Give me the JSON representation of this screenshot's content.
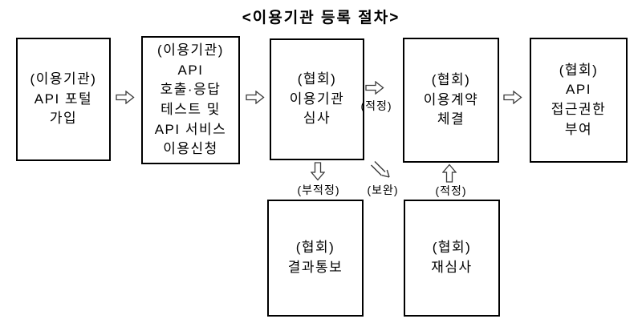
{
  "diagram": {
    "title": "<이용기관 등록 절차>",
    "boxes": [
      {
        "name": "portal-signup",
        "lines": [
          "(이용기관)",
          "API 포털",
          "가입"
        ]
      },
      {
        "name": "api-test-apply",
        "lines": [
          "(이용기관)",
          "API",
          "호출·응답",
          "테스트 및",
          "API 서비스",
          "이용신청"
        ]
      },
      {
        "name": "institution-review",
        "lines": [
          "(협회)",
          "이용기관",
          "심사"
        ]
      },
      {
        "name": "contract-signing",
        "lines": [
          "(협회)",
          "이용계약",
          "체결"
        ]
      },
      {
        "name": "access-grant",
        "lines": [
          "(협회)",
          "API",
          "접근권한",
          "부여"
        ]
      },
      {
        "name": "result-notice",
        "lines": [
          "(협회)",
          "결과통보"
        ]
      },
      {
        "name": "re-review",
        "lines": [
          "(협회)",
          "재심사"
        ]
      }
    ],
    "arrow_labels": {
      "review_pass": "(적정)",
      "review_fail": "(부적정)",
      "supplement": "(보완)",
      "rereview_pass": "(적정)"
    },
    "icons": {
      "right_arrow": "⇨",
      "down_arrow": "⇩",
      "up_arrow": "⇧",
      "diagonal_down_arrow": "⇘"
    },
    "colors": {
      "border": "#000000",
      "background": "#ffffff",
      "text": "#000000",
      "arrow_stroke": "#3a3a3a"
    }
  }
}
